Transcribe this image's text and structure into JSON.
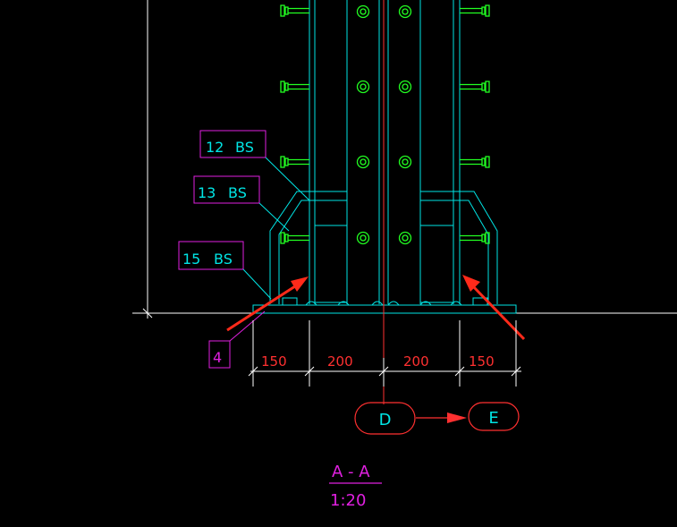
{
  "colors": {
    "background": "#000000",
    "steel": "#00e5e5",
    "bolt": "#22ff22",
    "tag": "#e020e0",
    "dimension": "#ff3030",
    "extension": "#ffffff",
    "centerline": "#ff3030",
    "arrow": "#ff2a1a"
  },
  "labels": {
    "tag_12": {
      "number": "12",
      "code": "BS"
    },
    "tag_13": {
      "number": "13",
      "code": "BS"
    },
    "tag_15": {
      "number": "15",
      "code": "BS"
    },
    "tag_4": "4"
  },
  "dimensions": [
    "150",
    "200",
    "200",
    "150"
  ],
  "axes": {
    "left": "D",
    "right": "E"
  },
  "section": {
    "title": "A - A",
    "scale": "1:20"
  },
  "icons": {
    "bolt": "bolt-icon",
    "bolt_circle": "bolt-circle-icon",
    "annotation_arrow": "arrow-icon",
    "axis_arrow": "arrow-icon"
  }
}
